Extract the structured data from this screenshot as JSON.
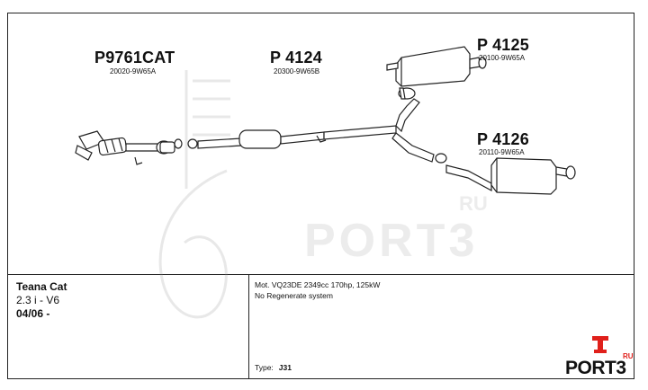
{
  "parts": [
    {
      "code": "P9761CAT",
      "oem": "20020-9W65A"
    },
    {
      "code": "P 4124",
      "oem": "20300-9W65B"
    },
    {
      "code": "P 4125",
      "oem": "20100-9W65A"
    },
    {
      "code": "P 4126",
      "oem": "20110-9W65A"
    }
  ],
  "vehicle": {
    "model": "Teana Cat",
    "engine": "2.3 i - V6",
    "date": "04/06 -"
  },
  "details": {
    "motor": "Mot. VQ23DE 2349cc 170hp, 125kW",
    "note": "No Regenerate system",
    "type_label": "Type:",
    "type_value": "J31"
  },
  "watermark": {
    "brand": "PORT3",
    "suffix": "RU"
  },
  "logo": {
    "brand": "PORT3",
    "suffix": "RU",
    "accent_color": "#e0201b"
  }
}
